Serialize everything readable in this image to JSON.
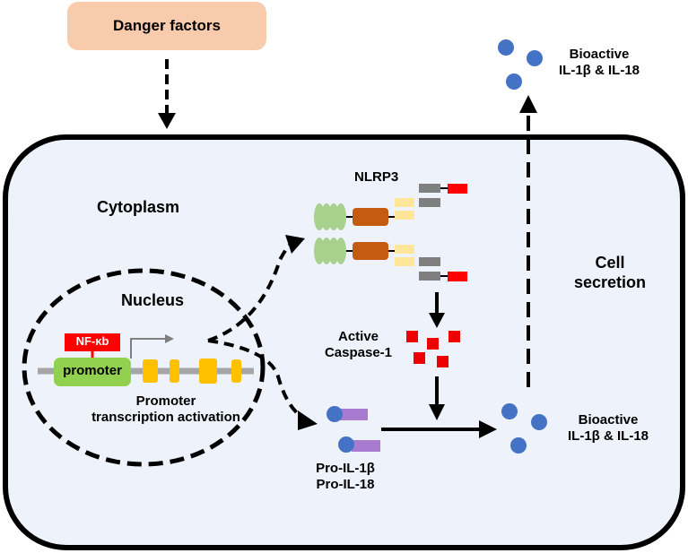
{
  "labels": {
    "danger_factors": "Danger factors",
    "cytoplasm": "Cytoplasm",
    "nlrp3": "NLRP3",
    "nucleus": "Nucleus",
    "nf_kb": "NF-κb",
    "promoter": "promoter",
    "promoter_activation_line1": "Promoter",
    "promoter_activation_line2": "transcription activation",
    "active_caspase_line1": "Active",
    "active_caspase_line2": "Caspase-1",
    "pro_il1b": "Pro-IL-1β",
    "pro_il18": "Pro-IL-18",
    "bioactive_secreted_line1": "Bioactive",
    "bioactive_secreted_line2": "IL-1β & IL-18",
    "bioactive_inner_line1": "Bioactive",
    "bioactive_inner_line2": "IL-1β & IL-18",
    "cell_secretion_line1": "Cell",
    "cell_secretion_line2": "secretion"
  },
  "colors": {
    "danger_box": "#f8cbad",
    "cell_fill": "#eef2fa",
    "nf_kb": "#ff0000",
    "promoter": "#92d050",
    "gene_exon": "#ffc000",
    "dna_strand": "#a6a6a6",
    "caspase": "#ee0000",
    "cytokine": "#4472c4",
    "pro_domain": "#a87bd1",
    "nlrp3_lrr": "#a9d18e",
    "nlrp3_nacht": "#c55a11",
    "nlrp3_pyd": "#ffe699",
    "asc": "#7f7f7f",
    "procaspase": "#ff0000"
  },
  "icons": [
    "arrow-down-icon",
    "arrow-up-icon",
    "arrow-right-icon",
    "transcription-start-arrow-icon"
  ]
}
